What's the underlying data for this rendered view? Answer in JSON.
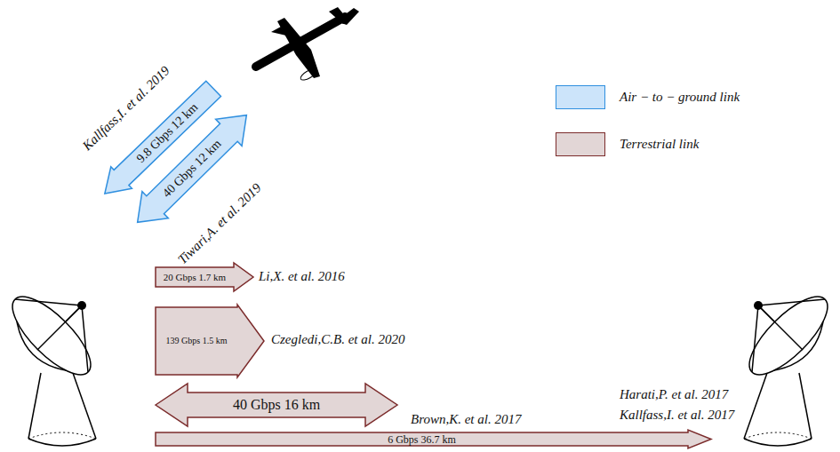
{
  "diagram": {
    "nodes": [
      {
        "text": [
          "9.8 Gbps 12 km"
        ]
      },
      {
        "text": [
          "40 Gbps 12 km"
        ]
      },
      {
        "text": [
          "20 Gbps 1.7 km"
        ]
      },
      {
        "text": [
          "139 Gbps 1.5 km"
        ]
      },
      {
        "text": [
          "40 Gbps 16 km"
        ]
      },
      {
        "text": [
          "6 Gbps 36.7 km"
        ]
      }
    ],
    "labels": [
      "Kallfass,I. et al. 2019",
      "Tiwari,A. et al. 2019",
      "Li,X. et al. 2016",
      "Czegledi,C.B. et al. 2020",
      "Brown,K. et al. 2017",
      "Harati,P. et al. 2017",
      "Kallfass,I. et al. 2017"
    ],
    "legend": [
      {
        "text": "Air − to − ground link",
        "color": "#cce4fa"
      },
      {
        "text": "Terrestrial link",
        "color": "#e2d6d6"
      }
    ]
  }
}
